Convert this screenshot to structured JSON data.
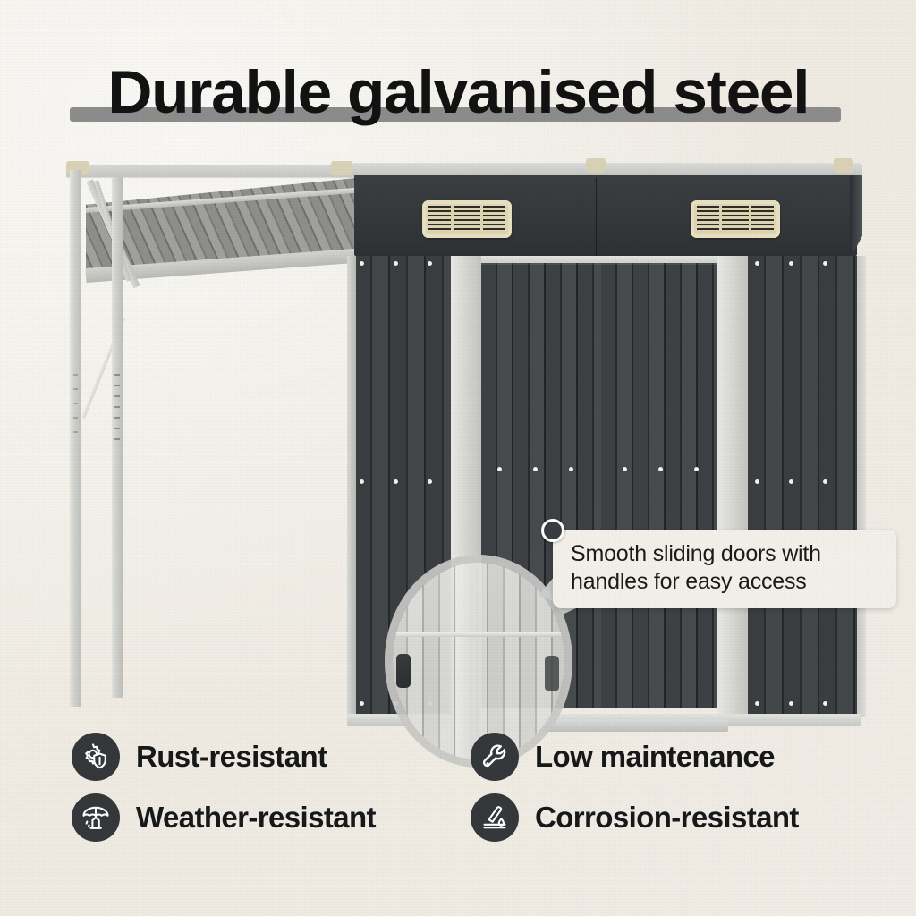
{
  "headline": {
    "text": "Durable galvanised steel",
    "underline_color": "#8c8c8c",
    "text_color": "#121212"
  },
  "background": {
    "color": "#f2efe8"
  },
  "product": {
    "name": "galvanised-steel-garden-shed-with-lean-to-canopy",
    "body_color": "#383c3f",
    "trim_color": "#d4d4d1",
    "vent_color": "#dfd7b4",
    "vents": [
      {
        "name": "left-vent"
      },
      {
        "name": "right-vent"
      }
    ],
    "doors": [
      {
        "name": "left-sliding-door"
      },
      {
        "name": "right-sliding-door"
      }
    ]
  },
  "callout": {
    "text": "Smooth sliding doors with handles for easy access",
    "background": "#f3f0e9",
    "dot_color": "#3a3d3f"
  },
  "magnifier": {
    "ring_color": "#c8c8c6",
    "target": "sliding-door-handle"
  },
  "features": [
    {
      "icon": "gear-shield-icon",
      "label": "Rust-resistant"
    },
    {
      "icon": "wrench-icon",
      "label": "Low maintenance"
    },
    {
      "icon": "umbrella-house-icon",
      "label": "Weather-resistant"
    },
    {
      "icon": "droplet-surface-icon",
      "label": "Corrosion-resistant"
    }
  ],
  "feature_icon_bg": "#35383a",
  "feature_text_color": "#17181a"
}
